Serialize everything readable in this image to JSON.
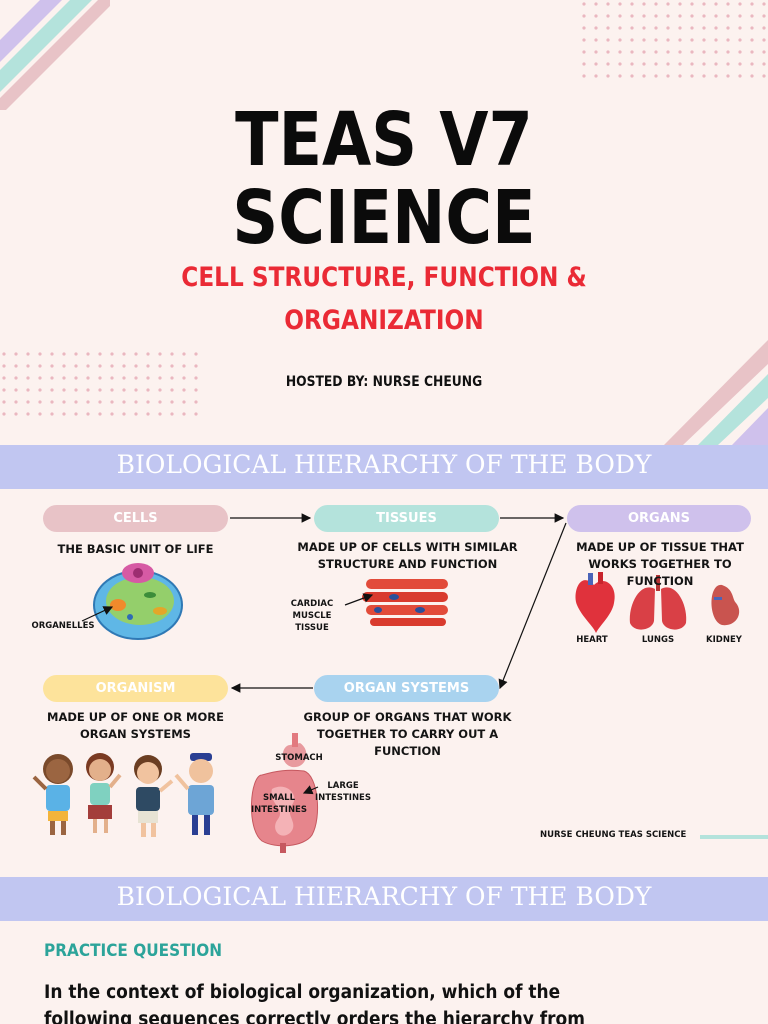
{
  "cover": {
    "title_line1": "TEAS V7",
    "title_line2": "SCIENCE",
    "subtitle_line1": "CELL STRUCTURE, FUNCTION &",
    "subtitle_line2": "ORGANIZATION",
    "hosted_by": "HOSTED BY: NURSE CHEUNG"
  },
  "diagram": {
    "banner": "BIOLOGICAL HIERARCHY OF THE BODY",
    "levels": {
      "cells": {
        "label": "CELLS",
        "description": "THE BASIC UNIT OF LIFE"
      },
      "tissues": {
        "label": "TISSUES",
        "description": "MADE UP OF CELLS WITH SIMILAR STRUCTURE AND FUNCTION"
      },
      "organs": {
        "label": "ORGANS",
        "description": "MADE UP OF TISSUE THAT WORKS TOGETHER TO FUNCTION"
      },
      "organ_systems": {
        "label": "ORGAN SYSTEMS",
        "description": "GROUP OF ORGANS THAT WORK TOGETHER TO CARRY OUT A FUNCTION"
      },
      "organism": {
        "label": "ORGANISM",
        "description": "MADE UP OF ONE OR MORE ORGAN SYSTEMS"
      }
    },
    "labels": {
      "organelles": "ORGANELLES",
      "cardiac": "CARDIAC MUSCLE TISSUE",
      "heart": "HEART",
      "lungs": "LUNGS",
      "kidney": "KIDNEY",
      "stomach": "STOMACH",
      "large_intestines": "LARGE INTESTINES",
      "small_intestines": "SMALL INTESTINES"
    },
    "credit": "NURSE CHEUNG TEAS SCIENCE"
  },
  "question": {
    "banner": "BIOLOGICAL HIERARCHY OF THE BODY",
    "label": "PRACTICE QUESTION",
    "text": "In the context of biological organization, which of the following sequences correctly orders the hierarchy from simplest to most"
  },
  "colors": {
    "background": "#fcf2ef",
    "banner": "#c1c6f1",
    "subtitle_red": "#ea2a35",
    "accent_teal": "#2ca49a",
    "cells_pill": "#e8c3c7",
    "tissues_pill": "#b4e3dc",
    "organs_pill": "#cfc1ec",
    "organism_pill": "#fde39b",
    "systems_pill": "#a9d3ef"
  }
}
